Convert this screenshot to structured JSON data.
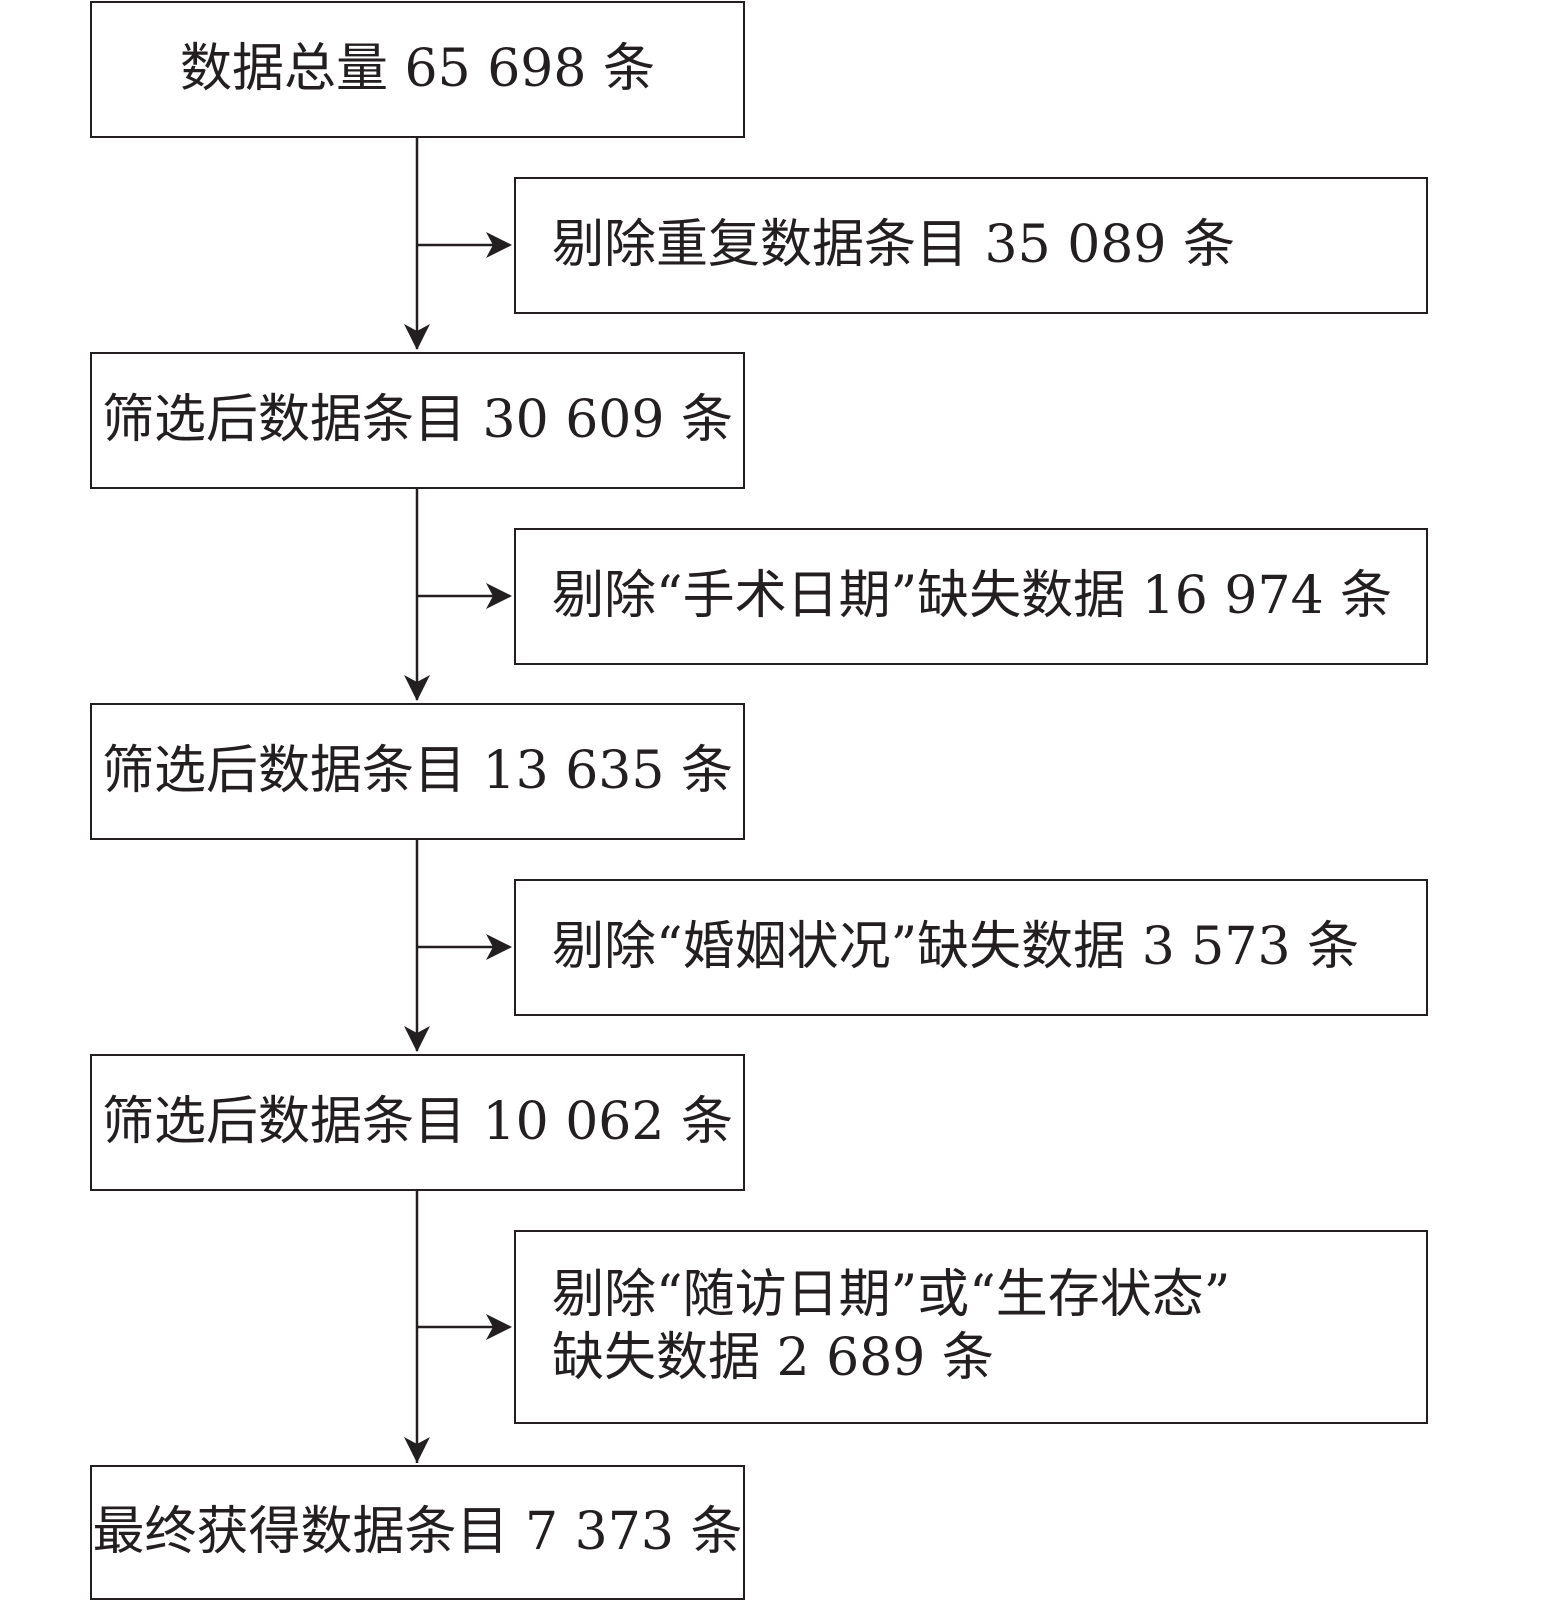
{
  "flowchart": {
    "steps": [
      {
        "text": "数据总量 65 698 条"
      },
      {
        "text": "筛选后数据条目 30 609 条"
      },
      {
        "text": "筛选后数据条目 13 635 条"
      },
      {
        "text": "筛选后数据条目 10 062 条"
      },
      {
        "text": "最终获得数据条目 7 373 条"
      }
    ],
    "exclusions": [
      {
        "text": "剔除重复数据条目 35 089 条"
      },
      {
        "text": "剔除“手术日期”缺失数据 16 974 条"
      },
      {
        "text": "剔除“婚姻状况”缺失数据 3 573 条"
      },
      {
        "line1": "剔除“随访日期”或“生存状态”",
        "line2": "缺失数据 2 689 条"
      }
    ],
    "colors": {
      "stroke": "#231f20",
      "text": "#231f20",
      "background": "#ffffff"
    }
  }
}
